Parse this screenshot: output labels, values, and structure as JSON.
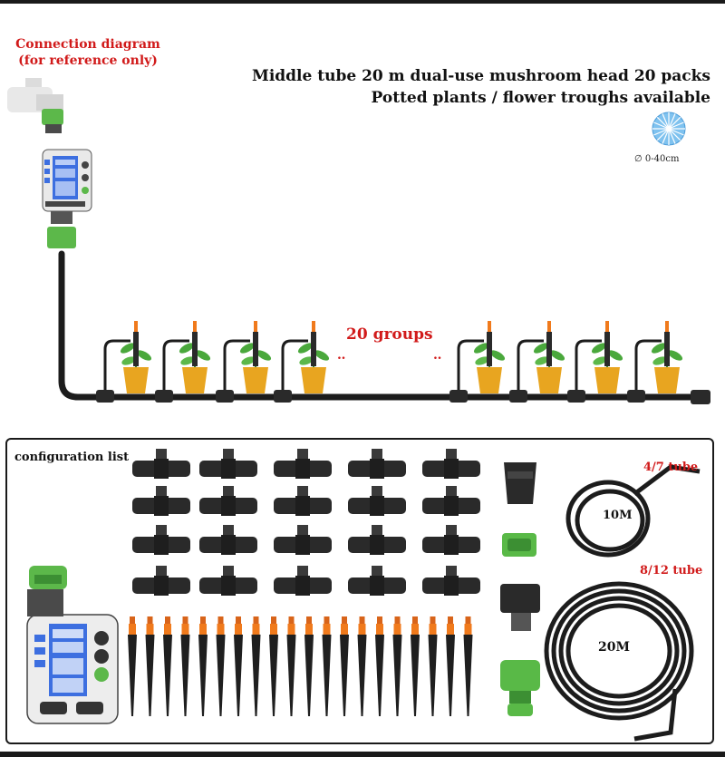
{
  "connection": {
    "line1": "Connection diagram",
    "line2": "(for reference only)"
  },
  "headline": {
    "line1": "Middle tube 20 m dual-use mushroom head 20 packs",
    "line2": "Potted plants / flower troughs available"
  },
  "spray_label": "∅ 0-40cm",
  "groups_label": "20 groups",
  "dots": "‥",
  "config": {
    "title": "configuration list",
    "tube_a": {
      "label": "4/7 tube",
      "length": "10M"
    },
    "tube_b": {
      "label": "8/12 tube",
      "length": "20M"
    }
  },
  "colors": {
    "accent_red": "#d11a1a",
    "hose_black": "#1c1c1c",
    "connector_green": "#59b947",
    "dripper_orange": "#f07a1c",
    "pot_orange": "#e8a520",
    "lcd_blue": "#3d6fe0"
  },
  "icons": [
    "faucet-icon",
    "timer-icon",
    "spray-pattern-icon",
    "plant-pot-icon",
    "tee-connector-icon",
    "dripper-stake-icon",
    "hose-coil-icon"
  ]
}
